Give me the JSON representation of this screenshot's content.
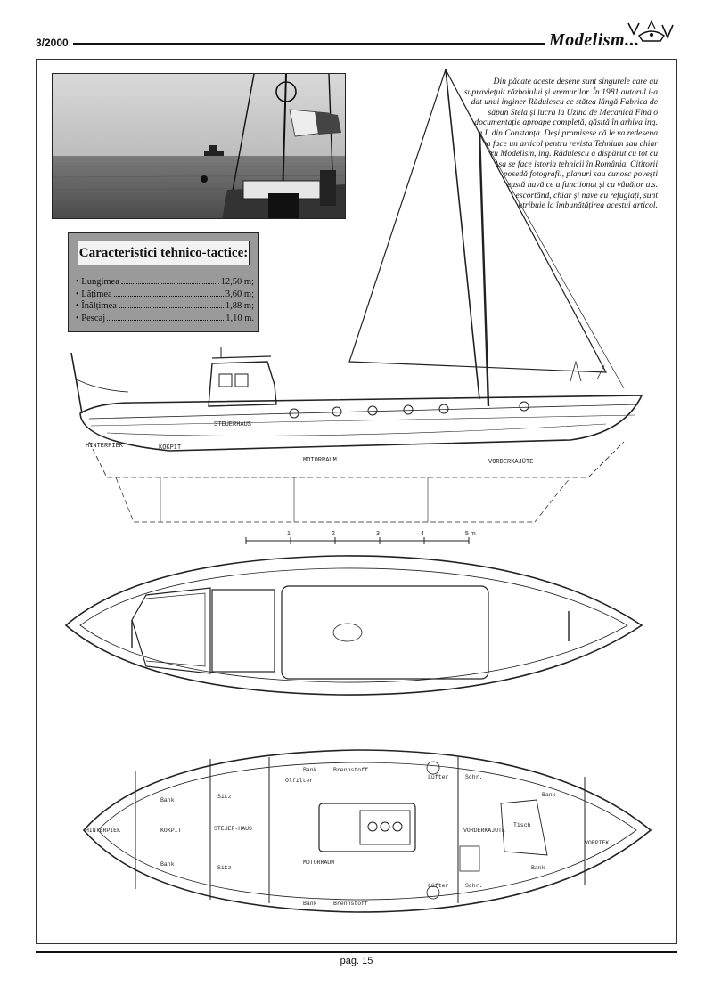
{
  "header": {
    "issue": "3/2000",
    "magazine": "Modelism..."
  },
  "specs": {
    "title": "Caracteristici tehnico-tactice:",
    "items": [
      {
        "label": "• Lungimea",
        "value": "12,50 m;"
      },
      {
        "label": "• Lățimea",
        "value": "3,60 m;"
      },
      {
        "label": "• Înălțimea",
        "value": "1,88 m;"
      },
      {
        "label": "• Pescaj",
        "value": "1,10 m."
      }
    ]
  },
  "note": "Din păcate aceste desene sunt singurele care au supraviețuit războiului și vremurilor. În 1981 autorul i-a dat unui inginer Rădulescu ce stătea lângă Fabrica de săpun Stela și lucra la Uzina de Mecanică Fină o documentație aproape completă, găsită în arhiva ing. Jipa I. din Constanța. Deși promisese că le va redesena și va face un articol pentru revista Tehnium sau chiar pentru Modelism, ing. Rădulescu a dispărut cu tot cu planul. Asa se face istoria tehnicii în România. Cititorii care posedă fotografii, planuri sau cunosc povești legate de această navă ce a funcționat și ca vânător a.s. în război escortând, chiar și nave cu refugiați, sunt rugați să contribuie la îmbunătățirea acestui articol.",
  "drawing": {
    "side_labels": [
      "HINTERPIEK",
      "KOKPIT",
      "STEUERHAUS",
      "MOTORRAUM",
      "VORDERKAJÜTE"
    ],
    "scale_labels": [
      "1",
      "2",
      "3",
      "4",
      "5 m"
    ],
    "plan_labels": {
      "hinterpiek": "HINTERPIEK",
      "kokpit": "KOKPIT",
      "steuerhaus": "STEUER-HAUS",
      "motorraum": "MOTORRAUM",
      "vorderkajute": "VORDERKAJÜTE",
      "vorpiek": "VORPIEK",
      "bank_top": "Bank",
      "brennstoff_top": "Brennstoff",
      "bank_bottom": "Bank",
      "brennstoff_bottom": "Brennstoff",
      "lufter_top": "Lüfter",
      "lufter_bottom": "Lüfter",
      "schr_top": "Schr.",
      "schr_bottom": "Schr.",
      "tisch": "Tisch",
      "bank_fwd_top": "Bank",
      "bank_fwd_bottom": "Bank",
      "sitz_top": "Sitz",
      "sitz_bottom": "Sitz",
      "bank_aft_top": "Bank",
      "bank_aft_bottom": "Bank",
      "olfilter": "Ölfilter"
    }
  },
  "footer": {
    "page": "pag. 15"
  }
}
